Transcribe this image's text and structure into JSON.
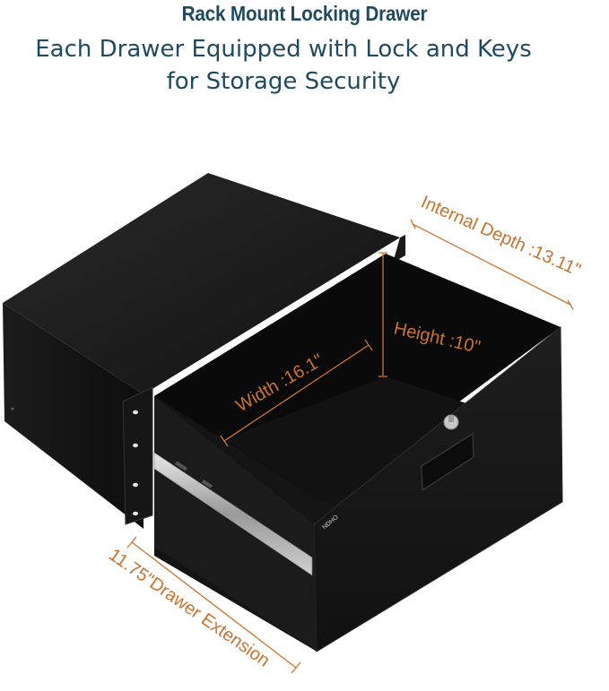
{
  "header": {
    "title": "Rack Mount Locking Drawer",
    "subtitle_line1": "Each Drawer Equipped with Lock and Keys",
    "subtitle_line2": "for Storage Security"
  },
  "dimensions": {
    "internal_depth": "Internal Depth :13.11\"",
    "height": "Height :10\"",
    "width": "Width :16.1\"",
    "extension": "11.75\"Drawer Extension"
  },
  "product": {
    "brand_mark": "NDHO"
  },
  "colors": {
    "heading": "#1f4a5f",
    "dimension_annotation": "#c9732f",
    "drawer_body": "#1a1a1a"
  }
}
